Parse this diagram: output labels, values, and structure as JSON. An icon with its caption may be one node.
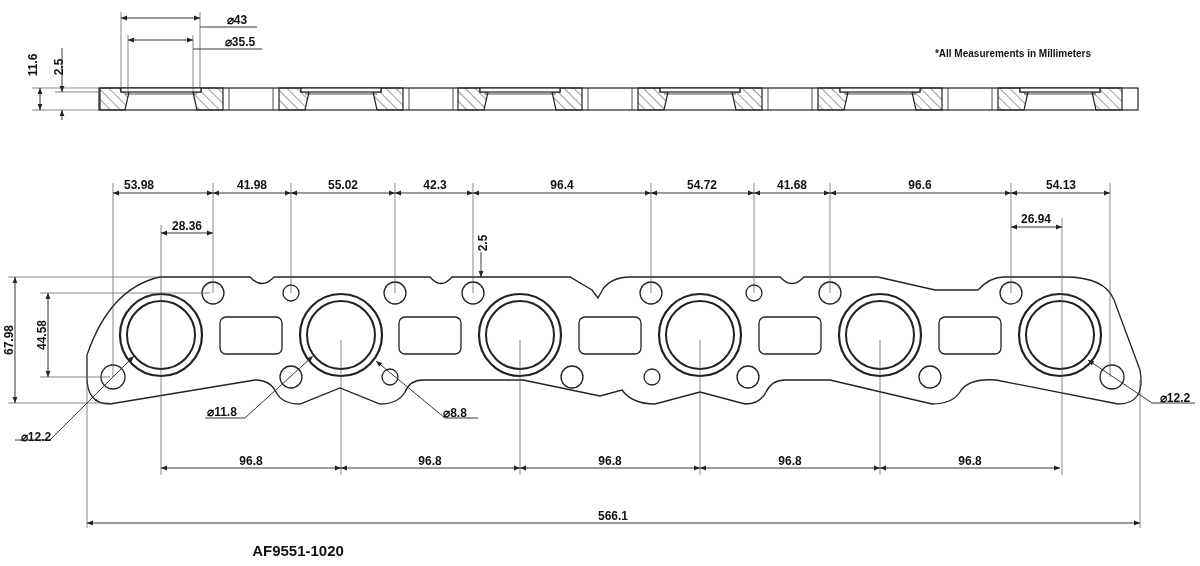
{
  "diagram": {
    "labels": [
      "⌀43",
      "⌀35.5",
      "*All Measurements in Millimeters",
      "11.6",
      "2.5",
      "53.98",
      "41.98",
      "55.02",
      "42.3",
      "96.4",
      "54.72",
      "41.68",
      "96.6",
      "54.13",
      "28.36",
      "26.94",
      "2.5",
      "67.98",
      "44.58",
      "⌀12.2",
      "⌀11.8",
      "⌀8.8",
      "⌀12.2",
      "96.8",
      "96.8",
      "96.8",
      "96.8",
      "96.8",
      "566.1",
      "AF9551-1020"
    ]
  }
}
